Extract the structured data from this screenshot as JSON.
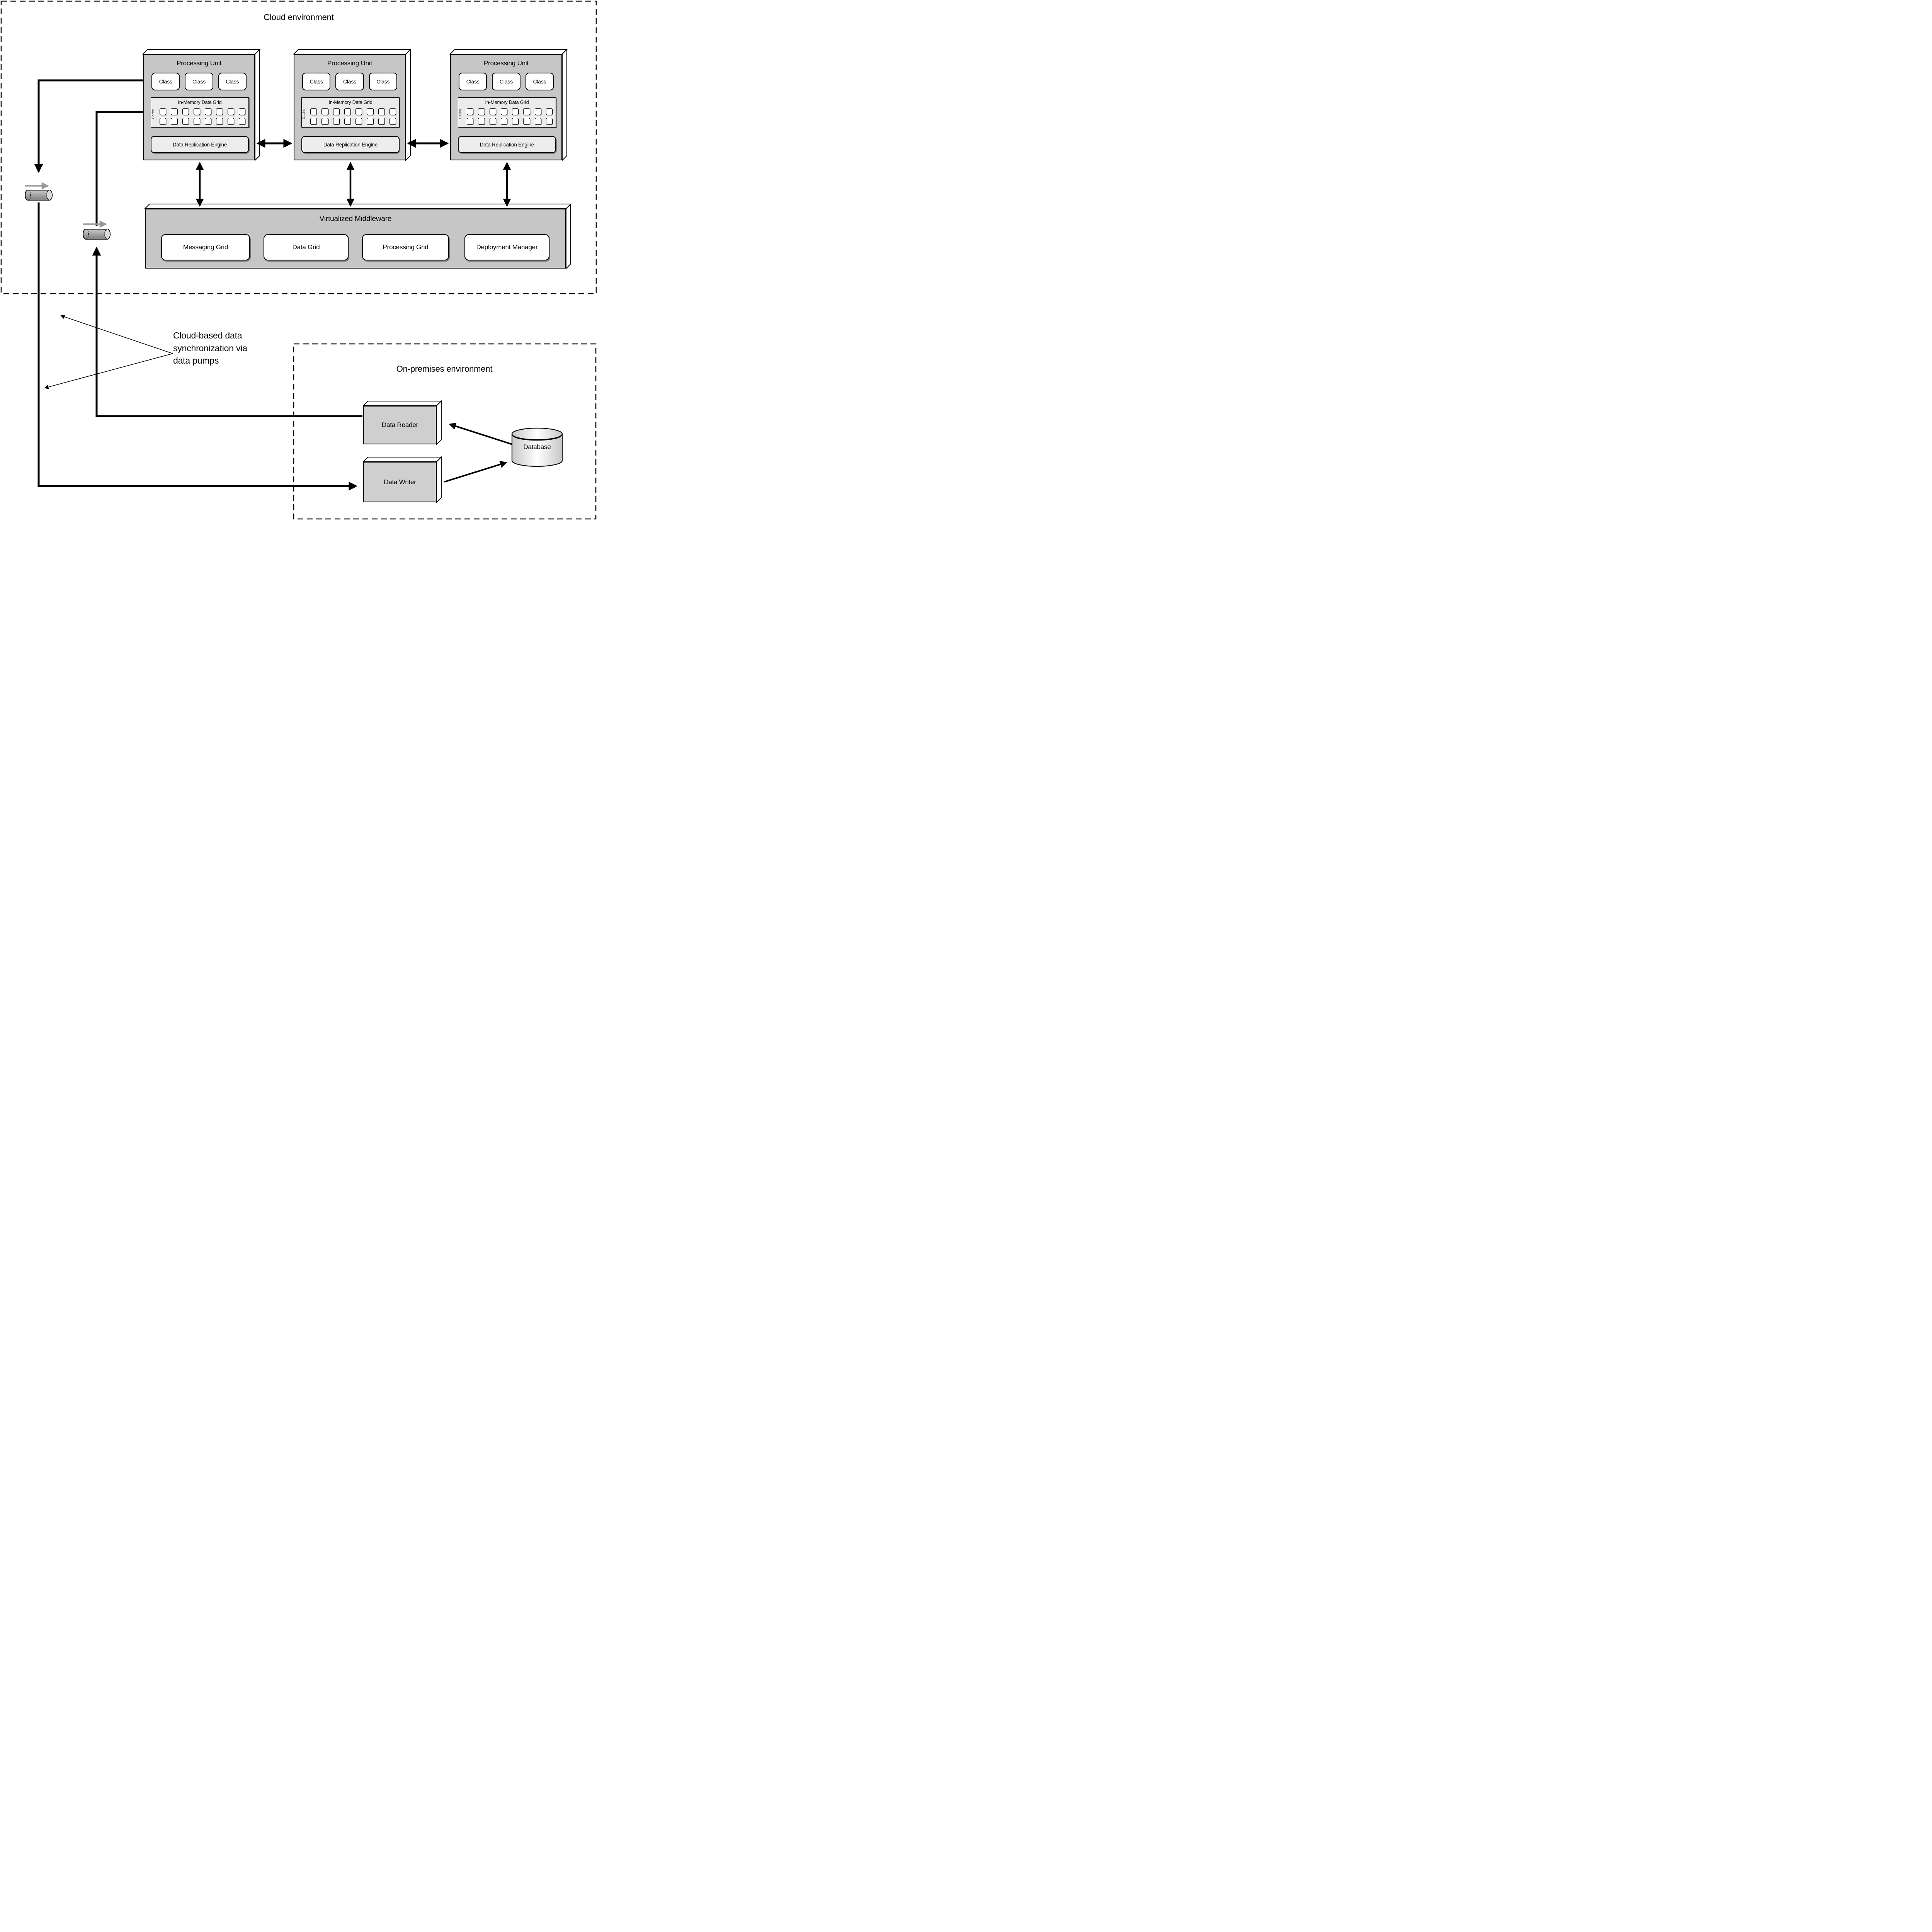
{
  "cloud": {
    "title": "Cloud environment",
    "processing_units": [
      {
        "title": "Processing Unit",
        "classes": [
          "Class",
          "Class",
          "Class"
        ],
        "data_grid": {
          "title": "In-Memory Data Grid",
          "cache_label": "Cache"
        },
        "replication_engine": "Data Replication Engine"
      },
      {
        "title": "Processing Unit",
        "classes": [
          "Class",
          "Class",
          "Class"
        ],
        "data_grid": {
          "title": "In-Memory Data Grid",
          "cache_label": "Cache"
        },
        "replication_engine": "Data Replication Engine"
      },
      {
        "title": "Processing Unit",
        "classes": [
          "Class",
          "Class",
          "Class"
        ],
        "data_grid": {
          "title": "In-Memory Data Grid",
          "cache_label": "Cache"
        },
        "replication_engine": "Data Replication Engine"
      }
    ],
    "middleware": {
      "title": "Virtualized Middleware",
      "services": [
        "Messaging Grid",
        "Data Grid",
        "Processing Grid",
        "Deployment Manager"
      ]
    }
  },
  "callout": {
    "text": "Cloud-based data synchronization via data pumps"
  },
  "on_premises": {
    "title": "On-premises environment",
    "data_reader": "Data Reader",
    "data_writer": "Data Writer",
    "database": "Database"
  },
  "icons": {
    "data_pump": "data-pump-cylinder-icon",
    "pump_flow": "gray-right-arrow-icon",
    "database": "database-cylinder-icon"
  },
  "colors": {
    "unit_fill": "#c6c6c6",
    "panel_fill": "#ebebeb",
    "button_fill": "#ffffff",
    "line": "#000000",
    "pump_arrow": "#999999"
  }
}
